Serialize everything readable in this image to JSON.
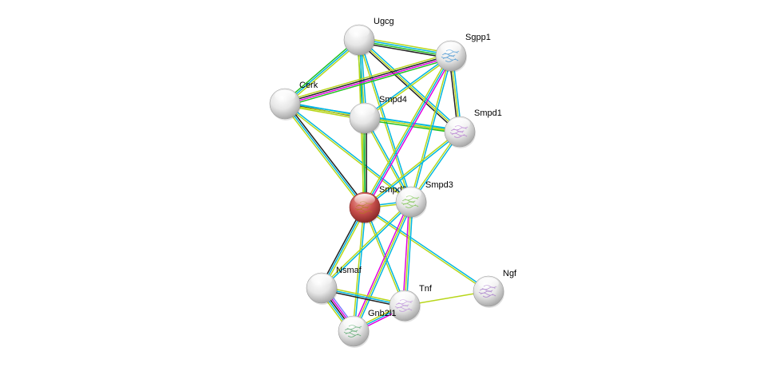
{
  "network": {
    "colors": {
      "database": "#00b6e0",
      "experimental": "#e000e0",
      "textmining": "#b8d61a",
      "coexpression": "#222222",
      "neighborhood": "#22c022",
      "homology": "#8080ff",
      "query_node": "#c0403c",
      "node": "#e8e8e8"
    },
    "nodes": [
      {
        "id": "Ugcg",
        "label": "Ugcg",
        "query": false,
        "structure": false
      },
      {
        "id": "Sgpp1",
        "label": "Sgpp1",
        "query": false,
        "structure": true
      },
      {
        "id": "Cerk",
        "label": "Cerk",
        "query": false,
        "structure": false
      },
      {
        "id": "Smpd4",
        "label": "Smpd4",
        "query": false,
        "structure": false
      },
      {
        "id": "Smpd1",
        "label": "Smpd1",
        "query": false,
        "structure": true
      },
      {
        "id": "Smpd2",
        "label": "Smpd2",
        "query": true,
        "structure": true
      },
      {
        "id": "Smpd3",
        "label": "Smpd3",
        "query": false,
        "structure": true
      },
      {
        "id": "Nsmaf",
        "label": "Nsmaf",
        "query": false,
        "structure": false
      },
      {
        "id": "Tnf",
        "label": "Tnf",
        "query": false,
        "structure": true
      },
      {
        "id": "Ngf",
        "label": "Ngf",
        "query": false,
        "structure": true
      },
      {
        "id": "Gnb2l1",
        "label": "Gnb2l1",
        "query": false,
        "structure": true
      }
    ],
    "edges": [
      {
        "a": "Ugcg",
        "b": "Sgpp1",
        "types": [
          "textmining",
          "database",
          "neighborhood",
          "coexpression"
        ]
      },
      {
        "a": "Ugcg",
        "b": "Cerk",
        "types": [
          "textmining",
          "database",
          "neighborhood"
        ]
      },
      {
        "a": "Ugcg",
        "b": "Smpd4",
        "types": [
          "database",
          "textmining",
          "neighborhood"
        ]
      },
      {
        "a": "Ugcg",
        "b": "Smpd1",
        "types": [
          "database",
          "textmining",
          "coexpression"
        ]
      },
      {
        "a": "Ugcg",
        "b": "Smpd2",
        "types": [
          "database",
          "textmining"
        ]
      },
      {
        "a": "Ugcg",
        "b": "Smpd3",
        "types": [
          "database",
          "textmining"
        ]
      },
      {
        "a": "Cerk",
        "b": "Sgpp1",
        "types": [
          "textmining",
          "coexpression",
          "experimental",
          "neighborhood"
        ]
      },
      {
        "a": "Cerk",
        "b": "Smpd4",
        "types": [
          "database",
          "coexpression",
          "textmining"
        ]
      },
      {
        "a": "Cerk",
        "b": "Smpd1",
        "types": [
          "database",
          "textmining"
        ]
      },
      {
        "a": "Cerk",
        "b": "Smpd2",
        "types": [
          "coexpression",
          "database",
          "textmining"
        ]
      },
      {
        "a": "Cerk",
        "b": "Smpd3",
        "types": [
          "database",
          "textmining"
        ]
      },
      {
        "a": "Smpd4",
        "b": "Sgpp1",
        "types": [
          "database",
          "textmining"
        ]
      },
      {
        "a": "Smpd4",
        "b": "Smpd1",
        "types": [
          "database",
          "textmining",
          "neighborhood"
        ]
      },
      {
        "a": "Smpd4",
        "b": "Smpd2",
        "types": [
          "coexpression",
          "neighborhood",
          "textmining"
        ]
      },
      {
        "a": "Smpd4",
        "b": "Smpd3",
        "types": [
          "database",
          "textmining"
        ]
      },
      {
        "a": "Sgpp1",
        "b": "Smpd1",
        "types": [
          "database",
          "textmining",
          "coexpression"
        ]
      },
      {
        "a": "Sgpp1",
        "b": "Smpd2",
        "types": [
          "experimental",
          "database",
          "textmining"
        ]
      },
      {
        "a": "Sgpp1",
        "b": "Smpd3",
        "types": [
          "database",
          "textmining"
        ]
      },
      {
        "a": "Smpd1",
        "b": "Smpd2",
        "types": [
          "database",
          "textmining"
        ]
      },
      {
        "a": "Smpd1",
        "b": "Smpd3",
        "types": [
          "database",
          "textmining"
        ]
      },
      {
        "a": "Smpd2",
        "b": "Smpd3",
        "types": [
          "database",
          "textmining"
        ]
      },
      {
        "a": "Smpd2",
        "b": "Nsmaf",
        "types": [
          "textmining",
          "database",
          "coexpression"
        ]
      },
      {
        "a": "Smpd2",
        "b": "Tnf",
        "types": [
          "database",
          "textmining"
        ]
      },
      {
        "a": "Smpd2",
        "b": "Ngf",
        "types": [
          "database",
          "textmining"
        ]
      },
      {
        "a": "Smpd2",
        "b": "Gnb2l1",
        "types": [
          "database",
          "textmining"
        ]
      },
      {
        "a": "Smpd3",
        "b": "Nsmaf",
        "types": [
          "database",
          "textmining"
        ]
      },
      {
        "a": "Smpd3",
        "b": "Tnf",
        "types": [
          "database",
          "textmining",
          "experimental"
        ]
      },
      {
        "a": "Smpd3",
        "b": "Gnb2l1",
        "types": [
          "database",
          "textmining",
          "experimental"
        ]
      },
      {
        "a": "Nsmaf",
        "b": "Tnf",
        "types": [
          "textmining",
          "database",
          "coexpression"
        ]
      },
      {
        "a": "Nsmaf",
        "b": "Gnb2l1",
        "types": [
          "homology",
          "experimental",
          "coexpression",
          "database",
          "textmining"
        ]
      },
      {
        "a": "Tnf",
        "b": "Gnb2l1",
        "types": [
          "experimental",
          "database",
          "textmining"
        ]
      },
      {
        "a": "Tnf",
        "b": "Ngf",
        "types": [
          "textmining"
        ]
      }
    ]
  }
}
